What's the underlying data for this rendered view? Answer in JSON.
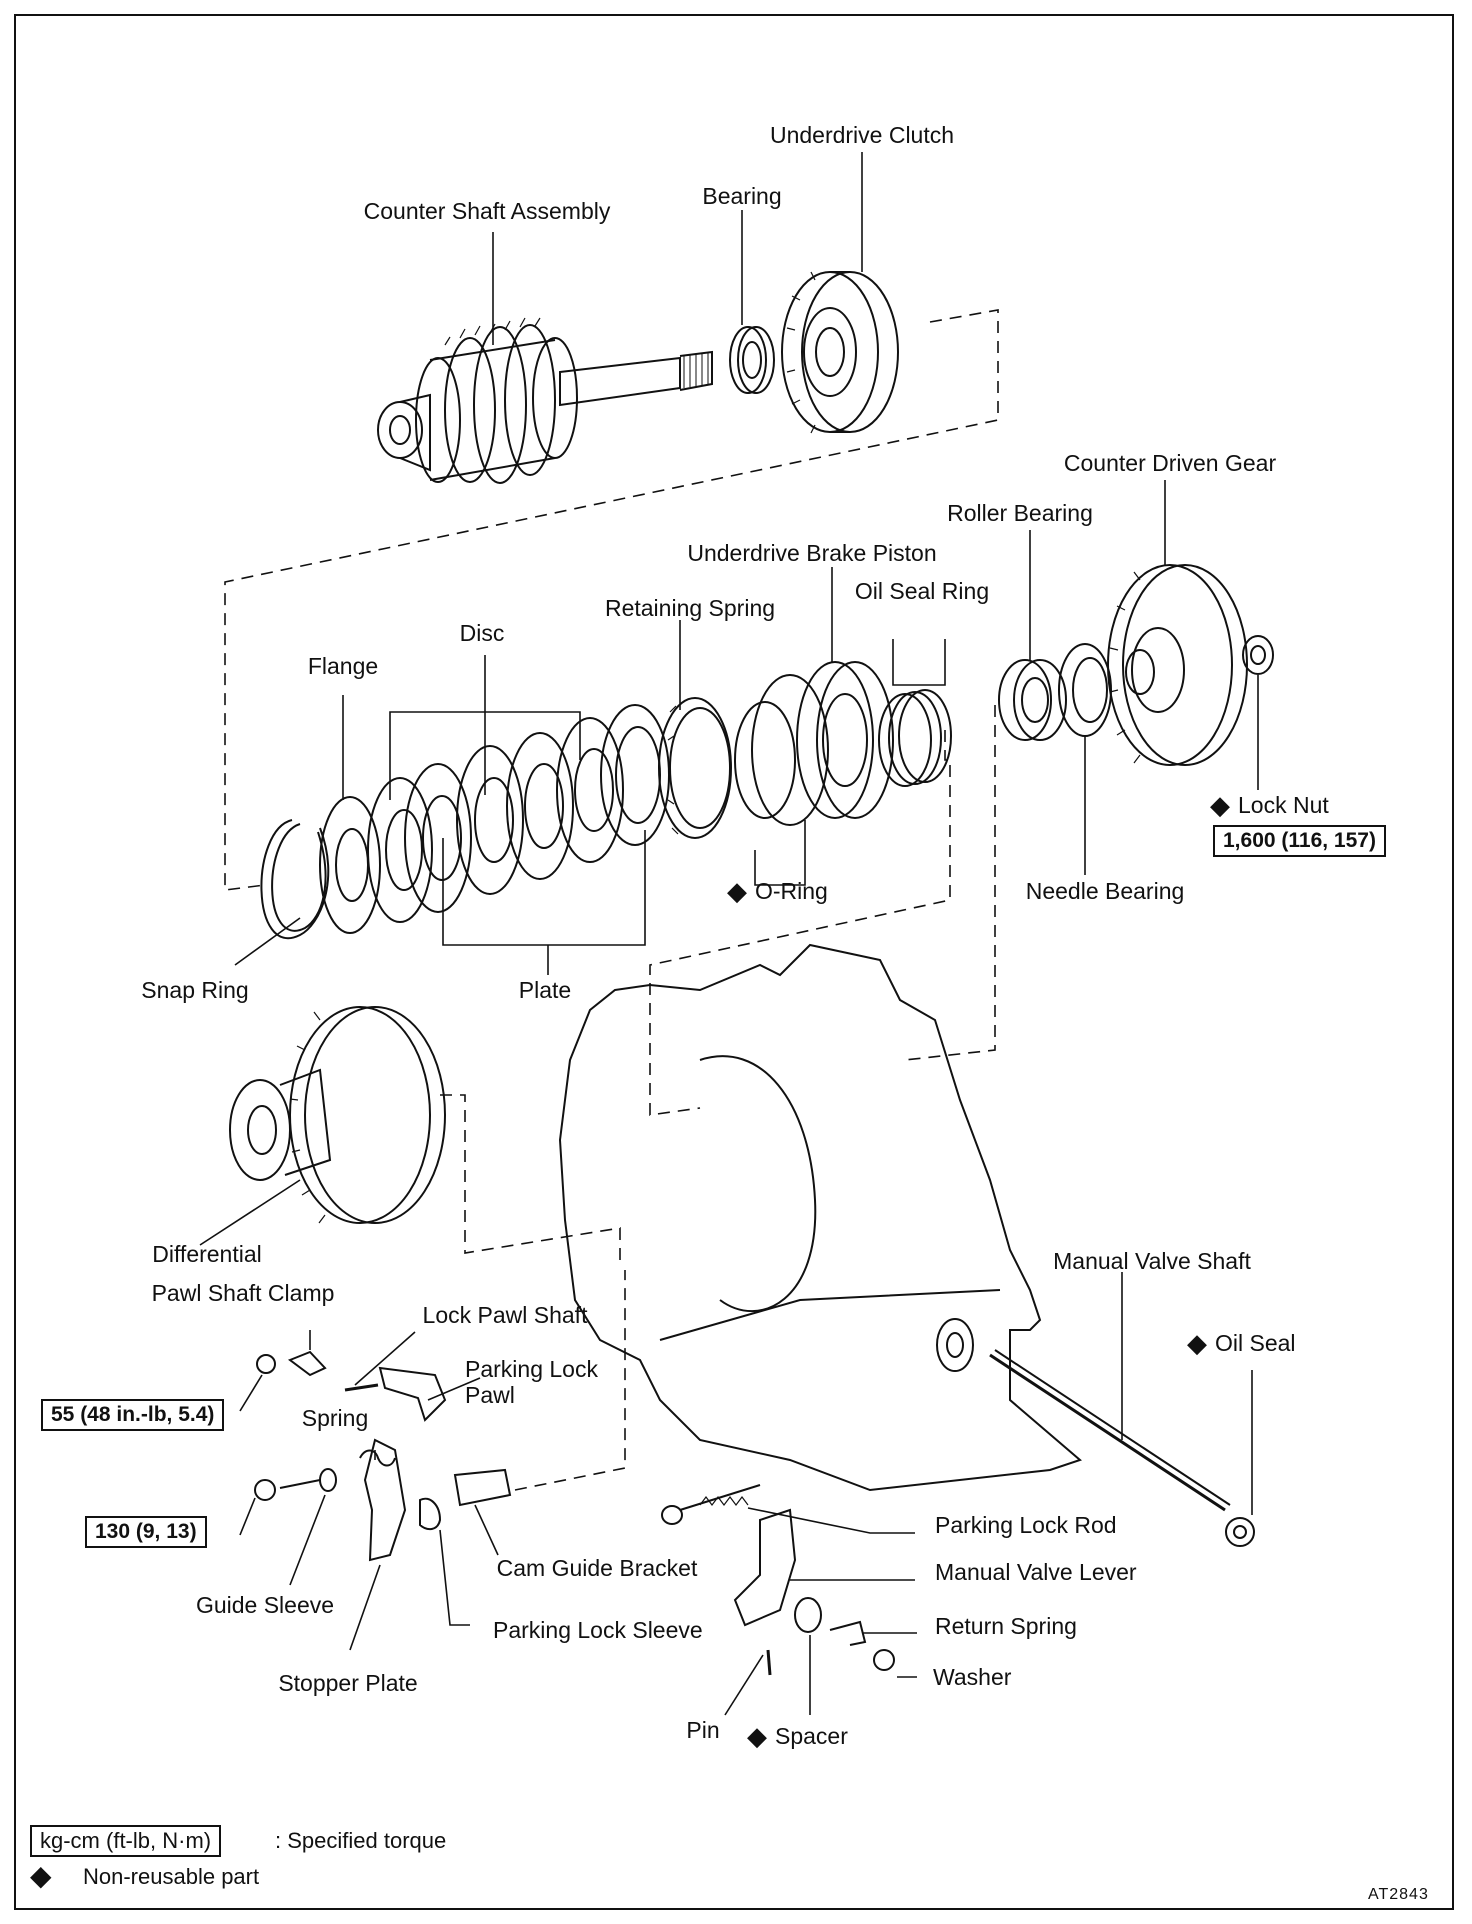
{
  "labels": {
    "underdrive_clutch": "Underdrive Clutch",
    "bearing": "Bearing",
    "counter_shaft_assembly": "Counter Shaft Assembly",
    "counter_driven_gear": "Counter Driven Gear",
    "roller_bearing": "Roller Bearing",
    "underdrive_brake_piston": "Underdrive Brake Piston",
    "oil_seal_ring": "Oil Seal Ring",
    "retaining_spring": "Retaining Spring",
    "disc": "Disc",
    "flange": "Flange",
    "lock_nut": "Lock Nut",
    "o_ring": "O-Ring",
    "needle_bearing": "Needle Bearing",
    "snap_ring": "Snap Ring",
    "plate": "Plate",
    "differential": "Differential",
    "manual_valve_shaft": "Manual Valve Shaft",
    "pawl_shaft_clamp": "Pawl Shaft Clamp",
    "lock_pawl_shaft": "Lock Pawl Shaft",
    "oil_seal": "Oil Seal",
    "parking_lock_pawl": "Parking Lock\nPawl",
    "spring": "Spring",
    "parking_lock_rod": "Parking Lock Rod",
    "manual_valve_lever": "Manual Valve Lever",
    "cam_guide_bracket": "Cam Guide Bracket",
    "guide_sleeve": "Guide Sleeve",
    "return_spring": "Return Spring",
    "parking_lock_sleeve": "Parking Lock Sleeve",
    "washer": "Washer",
    "stopper_plate": "Stopper Plate",
    "pin": "Pin",
    "spacer": "Spacer"
  },
  "torques": {
    "lock_nut": "1,600 (116, 157)",
    "pawl_shaft_clamp_bolt": "55 (48 in.-lb, 5.4)",
    "stopper_plate_bolt": "130 (9, 13)"
  },
  "legend": {
    "unit_box": "kg-cm (ft-lb, N·m)",
    "unit_desc": ":  Specified torque",
    "diamond_desc": "Non-reusable part"
  },
  "figure_code": "AT2843"
}
